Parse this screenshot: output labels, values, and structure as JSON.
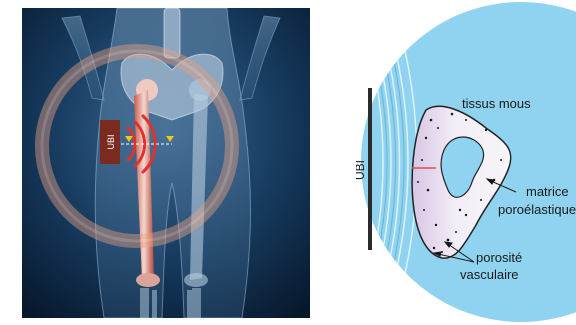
{
  "left": {
    "probe_label": "UBI"
  },
  "right": {
    "probe_label": "UBI",
    "soft_tissue_label": "tissus mous",
    "matrix_label_line1": "matrice",
    "matrix_label_line2": "poroélastique",
    "porosity_label_line1": "porosité",
    "porosity_label_line2": "vasculaire"
  },
  "colors": {
    "left_background": "#0f2a4a",
    "tissue_blue": "#8fd3f0",
    "bone_white": "#f2eef4",
    "ubi_box": "#7a2a1e",
    "wave_red": "#e0322a",
    "probe_arrow": "#f5c518"
  }
}
